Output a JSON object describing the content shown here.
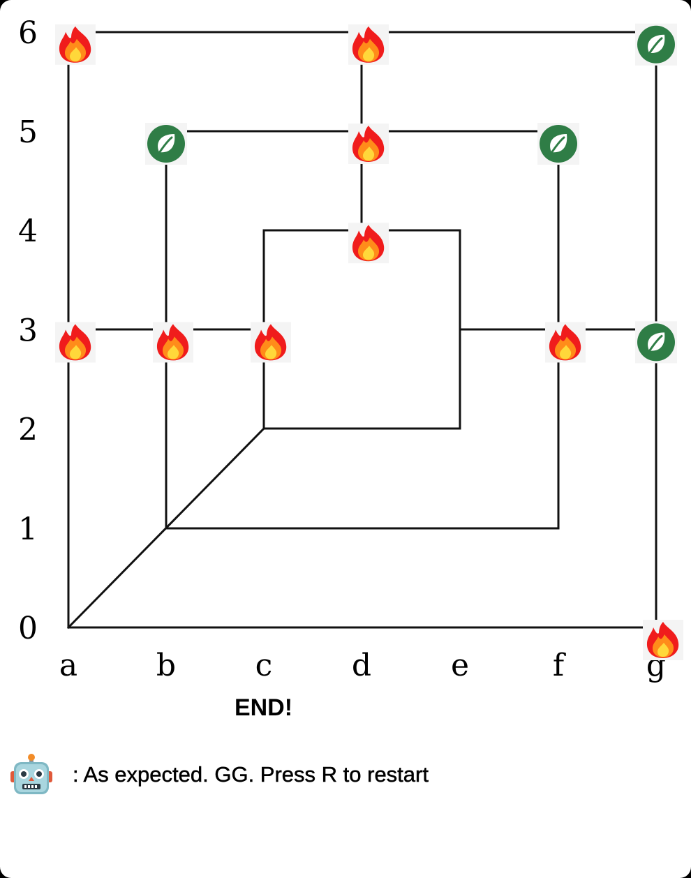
{
  "board": {
    "rank_labels": [
      "0",
      "1",
      "2",
      "3",
      "4",
      "5",
      "6"
    ],
    "file_labels": [
      "a",
      "b",
      "c",
      "d",
      "e",
      "f",
      "g"
    ],
    "pieces": [
      {
        "file": "a",
        "rank": 6,
        "type": "fire"
      },
      {
        "file": "d",
        "rank": 6,
        "type": "fire"
      },
      {
        "file": "g",
        "rank": 6,
        "type": "leaf"
      },
      {
        "file": "b",
        "rank": 5,
        "type": "leaf"
      },
      {
        "file": "d",
        "rank": 5,
        "type": "fire"
      },
      {
        "file": "f",
        "rank": 5,
        "type": "leaf"
      },
      {
        "file": "d",
        "rank": 4,
        "type": "fire"
      },
      {
        "file": "a",
        "rank": 3,
        "type": "fire"
      },
      {
        "file": "b",
        "rank": 3,
        "type": "fire"
      },
      {
        "file": "c",
        "rank": 3,
        "type": "fire"
      },
      {
        "file": "f",
        "rank": 3,
        "type": "fire"
      },
      {
        "file": "g",
        "rank": 3,
        "type": "leaf"
      },
      {
        "file": "g",
        "rank": 0,
        "type": "fire"
      }
    ],
    "piece_icons": {
      "fire": "fire-icon",
      "leaf": "leaf-icon"
    },
    "colors": {
      "line": "#111111",
      "leaf_bg": "#2f7d46",
      "fire_outer": "#f01c1c",
      "fire_mid": "#ff8c1a",
      "fire_inner": "#ffd83a"
    }
  },
  "status": {
    "text": "END!"
  },
  "message": {
    "avatar_icon": "robot-icon",
    "text": ": As expected. GG. Press R to restart"
  }
}
